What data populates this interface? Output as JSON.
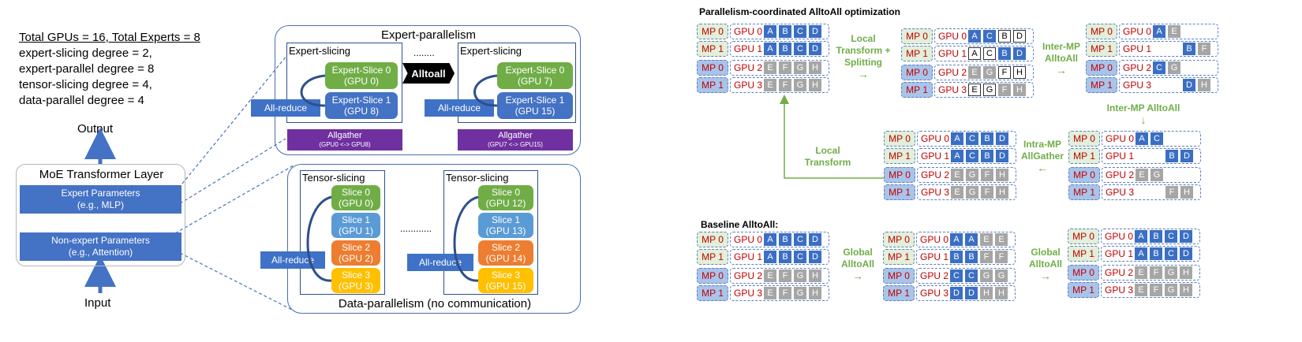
{
  "left": {
    "spec_title": "Total GPUs = 16, Total Experts = 8",
    "spec_lines": [
      "expert-slicing degree = 2,",
      "expert-parallel degree = 8",
      "tensor-slicing degree = 4,",
      "data-parallel degree = 4"
    ],
    "output": "Output",
    "input": "Input",
    "layer_title": "MoE Transformer Layer",
    "expert_params": "Expert Parameters",
    "expert_params_sub": "(e.g., MLP)",
    "nonexpert_params": "Non-expert Parameters",
    "nonexpert_params_sub": "(e.g., Attention)"
  },
  "expert_parallel": {
    "title": "Expert-parallelism",
    "left_box_title": "Expert-slicing",
    "right_box_title": "Expert-slicing",
    "left_slice0": [
      "Expert-Slice 0",
      "(GPU 0)"
    ],
    "left_slice1": [
      "Expert-Slice 1",
      "(GPU 8)"
    ],
    "right_slice0": [
      "Expert-Slice 0",
      "(GPU 7)"
    ],
    "right_slice1": [
      "Expert-Slice 1",
      "(GPU 15)"
    ],
    "allreduce": "All-reduce",
    "alltoall": "Alltoall",
    "dots": "........",
    "allgather_left": [
      "Allgather",
      "(GPU0 <-> GPU8)"
    ],
    "allgather_right": [
      "Allgather",
      "(GPU7 <-> GPU15)"
    ]
  },
  "data_parallel": {
    "title": "Data-parallelism (no communication)",
    "left_box_title": "Tensor-slicing",
    "right_box_title": "Tensor-slicing",
    "left_slices": [
      [
        "Slice 0",
        "(GPU 0)"
      ],
      [
        "Slice 1",
        "(GPU 1)"
      ],
      [
        "Slice 2",
        "(GPU 2)"
      ],
      [
        "Slice 3",
        "(GPU 3)"
      ]
    ],
    "right_slices": [
      [
        "Slice 0",
        "(GPU 12)"
      ],
      [
        "Slice 1",
        "(GPU 13)"
      ],
      [
        "Slice 2",
        "(GPU 14)"
      ],
      [
        "Slice 3",
        "(GPU 15)"
      ]
    ],
    "allreduce": "All-reduce",
    "dots": "............"
  },
  "right": {
    "title_top": "Parallelism-coordinated AlltoAll optimization",
    "title_bottom": "Baseline AlltoAll:",
    "arrows": {
      "local_split": [
        "Local",
        "Transform +",
        "Splitting"
      ],
      "inter_mp_1": [
        "Inter-MP",
        "AlltoAll"
      ],
      "inter_mp_2": "Inter-MP AlltoAll",
      "intra_mp": [
        "Intra-MP",
        "AllGather"
      ],
      "local_transform": [
        "Local",
        "Transform"
      ],
      "global_1": [
        "Global",
        "AlltoAll"
      ],
      "global_2": [
        "Global",
        "AlltoAll"
      ]
    },
    "mp_labels": [
      "MP 0",
      "MP 1",
      "MP 0",
      "MP 1"
    ],
    "gpu_labels": [
      "GPU 0",
      "GPU 1",
      "GPU 2",
      "GPU 3"
    ],
    "tables": [
      {
        "id": "t1",
        "rows": [
          [
            "A",
            "B",
            "C",
            "D"
          ],
          [
            "A",
            "B",
            "C",
            "D"
          ],
          [
            "E",
            "F",
            "G",
            "H"
          ],
          [
            "E",
            "F",
            "G",
            "H"
          ]
        ],
        "styles": [
          [
            "b",
            "b",
            "b",
            "b"
          ],
          [
            "b",
            "b",
            "b",
            "b"
          ],
          [
            "g",
            "g",
            "g",
            "g"
          ],
          [
            "g",
            "g",
            "g",
            "g"
          ]
        ]
      },
      {
        "id": "t2",
        "rows": [
          [
            "A",
            "C",
            "B",
            "D"
          ],
          [
            "A",
            "C",
            "B",
            "D"
          ],
          [
            "E",
            "G",
            "F",
            "H"
          ],
          [
            "E",
            "G",
            "F",
            "H"
          ]
        ],
        "styles": [
          [
            "b",
            "b",
            "w",
            "w"
          ],
          [
            "w",
            "w",
            "b",
            "b"
          ],
          [
            "g",
            "g",
            "w",
            "w"
          ],
          [
            "w",
            "w",
            "g",
            "g"
          ]
        ]
      },
      {
        "id": "t3",
        "rows": [
          [
            "A",
            "E",
            "",
            ""
          ],
          [
            "",
            "",
            "B",
            "F"
          ],
          [
            "C",
            "G",
            "",
            ""
          ],
          [
            "",
            "",
            "D",
            "H"
          ]
        ],
        "styles": [
          [
            "b",
            "g",
            "",
            ""
          ],
          [
            "",
            "",
            "b",
            "g"
          ],
          [
            "b",
            "g",
            "",
            ""
          ],
          [
            "",
            "",
            "b",
            "g"
          ]
        ]
      },
      {
        "id": "t4",
        "rows": [
          [
            "A",
            "C",
            "",
            ""
          ],
          [
            "",
            "",
            "B",
            "D"
          ],
          [
            "E",
            "G",
            "",
            ""
          ],
          [
            "",
            "",
            "F",
            "H"
          ]
        ],
        "styles": [
          [
            "b",
            "b",
            "",
            ""
          ],
          [
            "",
            "",
            "b",
            "b"
          ],
          [
            "g",
            "g",
            "",
            ""
          ],
          [
            "",
            "",
            "g",
            "g"
          ]
        ]
      },
      {
        "id": "t5",
        "rows": [
          [
            "A",
            "C",
            "B",
            "D"
          ],
          [
            "A",
            "C",
            "B",
            "D"
          ],
          [
            "E",
            "G",
            "F",
            "H"
          ],
          [
            "E",
            "G",
            "F",
            "H"
          ]
        ],
        "styles": [
          [
            "b",
            "b",
            "b",
            "b"
          ],
          [
            "b",
            "b",
            "b",
            "b"
          ],
          [
            "g",
            "g",
            "g",
            "g"
          ],
          [
            "g",
            "g",
            "g",
            "g"
          ]
        ]
      },
      {
        "id": "t6",
        "rows": [
          [
            "A",
            "B",
            "C",
            "D"
          ],
          [
            "A",
            "B",
            "C",
            "D"
          ],
          [
            "E",
            "F",
            "G",
            "H"
          ],
          [
            "E",
            "F",
            "G",
            "H"
          ]
        ],
        "styles": [
          [
            "b",
            "b",
            "b",
            "b"
          ],
          [
            "b",
            "b",
            "b",
            "b"
          ],
          [
            "g",
            "g",
            "g",
            "g"
          ],
          [
            "g",
            "g",
            "g",
            "g"
          ]
        ]
      },
      {
        "id": "t7",
        "rows": [
          [
            "A",
            "A",
            "E",
            "E"
          ],
          [
            "B",
            "B",
            "F",
            "F"
          ],
          [
            "C",
            "C",
            "G",
            "G"
          ],
          [
            "D",
            "D",
            "H",
            "H"
          ]
        ],
        "styles": [
          [
            "b",
            "b",
            "g",
            "g"
          ],
          [
            "b",
            "b",
            "g",
            "g"
          ],
          [
            "b",
            "b",
            "g",
            "g"
          ],
          [
            "b",
            "b",
            "g",
            "g"
          ]
        ]
      },
      {
        "id": "t8",
        "rows": [
          [
            "A",
            "B",
            "C",
            "D"
          ],
          [
            "A",
            "B",
            "C",
            "D"
          ],
          [
            "E",
            "F",
            "G",
            "H"
          ],
          [
            "E",
            "F",
            "G",
            "H"
          ]
        ],
        "styles": [
          [
            "b",
            "b",
            "b",
            "b"
          ],
          [
            "b",
            "b",
            "b",
            "b"
          ],
          [
            "g",
            "g",
            "g",
            "g"
          ],
          [
            "g",
            "g",
            "g",
            "g"
          ]
        ]
      }
    ]
  },
  "colors": {
    "expert_blue": "#4472c4",
    "slice_green": "#70ad47",
    "slice_blue": "#5b9bd5",
    "slice_orange": "#ed7d31",
    "slice_yellow": "#ffc000",
    "allgather_purple": "#7030a0",
    "arrow_green": "#70ad47",
    "mp_text_red": "#c00000"
  }
}
